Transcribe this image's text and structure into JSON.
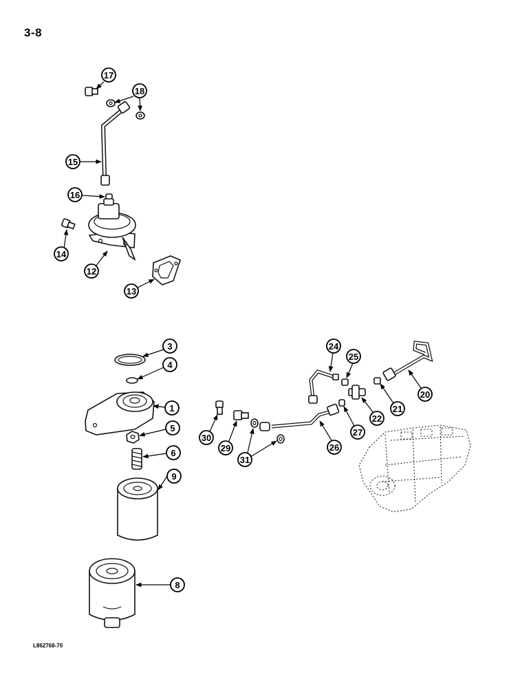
{
  "page": {
    "number": "3-8",
    "figure_code": "L862768-70"
  },
  "callouts": [
    "1",
    "3",
    "4",
    "5",
    "6",
    "8",
    "9",
    "12",
    "13",
    "14",
    "15",
    "16",
    "17",
    "18",
    "20",
    "21",
    "22",
    "24",
    "25",
    "26",
    "27",
    "29",
    "30",
    "31"
  ],
  "colors": {
    "ink": "#000000",
    "paper": "#ffffff"
  }
}
